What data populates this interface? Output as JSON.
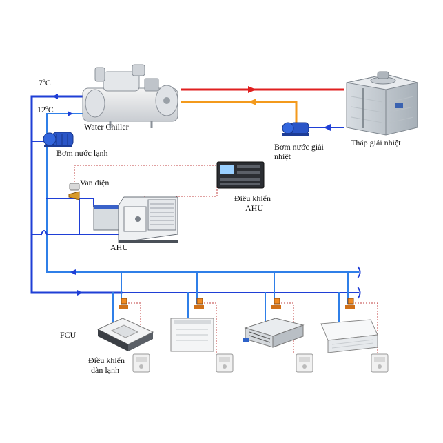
{
  "labels": {
    "temp_supply": "7ºC",
    "temp_return": "12ºC",
    "water_chiller": "Water Chiller",
    "chilled_pump": "Bơm nước lạnh",
    "condenser_pump_line1": "Bơm nước giải",
    "condenser_pump_line2": "nhiệt",
    "cooling_tower": "Tháp giải nhiệt",
    "valve": "Van điện",
    "ahu_controller_line1": "Điều khiển",
    "ahu_controller_line2": "AHU",
    "ahu": "AHU",
    "fcu": "FCU",
    "fcu_controller_line1": "Điều khiển",
    "fcu_controller_line2": "dàn lạnh"
  },
  "colors": {
    "chilled_water": "#1f3fd6",
    "chilled_water_light": "#2f7fe8",
    "hot_condenser": "#e02020",
    "warm_condenser": "#f39a1c",
    "control_wire": "#c04040"
  },
  "icons": {
    "chiller": "water-chiller-icon",
    "tower": "cooling-tower-icon",
    "pump": "pump-icon",
    "ahu": "air-handling-unit-icon",
    "controller": "controller-panel-icon",
    "fcu": "fan-coil-unit-icon",
    "thermostat": "thermostat-icon",
    "valve": "motorized-valve-icon"
  }
}
